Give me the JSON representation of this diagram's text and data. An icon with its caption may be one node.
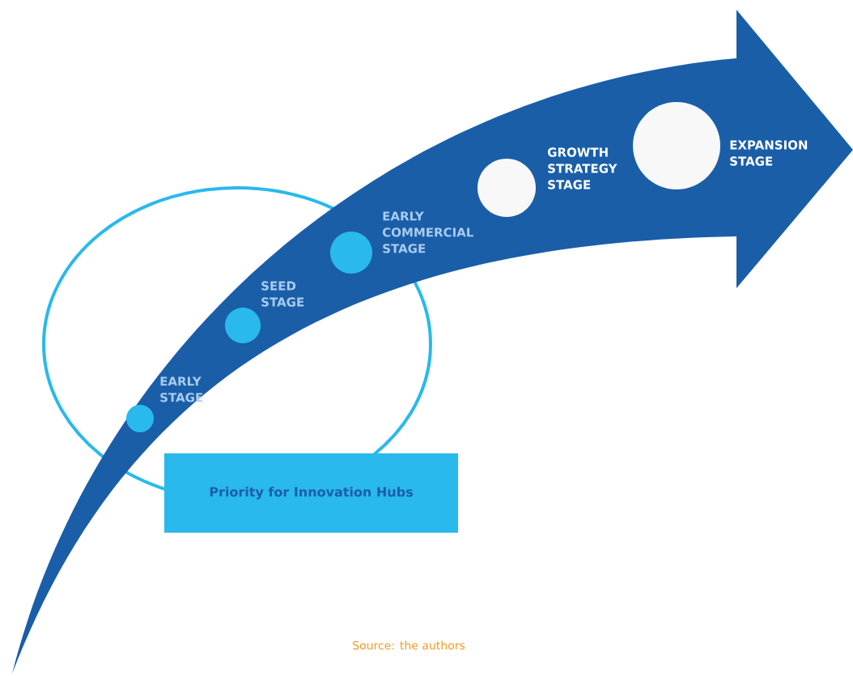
{
  "diagram": {
    "caption": "Source: the authors",
    "nodes": [
      {
        "text": [],
        "shape": "circle",
        "beside": [
          "EARLY STAGE"
        ]
      },
      {
        "text": [],
        "shape": "circle",
        "beside": [
          "SEED STAGE"
        ]
      },
      {
        "text": [],
        "shape": "circle",
        "beside": [
          "EARLY COMMERCIAL STAGE"
        ]
      },
      {
        "text": [],
        "shape": "circle",
        "beside": [
          "GROWTH STRATEGY STAGE"
        ]
      },
      {
        "text": [],
        "shape": "circle",
        "beside": [
          "EXPANSION STAGE"
        ]
      },
      {
        "text": [
          "Priority for Innovation Hubs"
        ]
      }
    ],
    "edges": []
  }
}
